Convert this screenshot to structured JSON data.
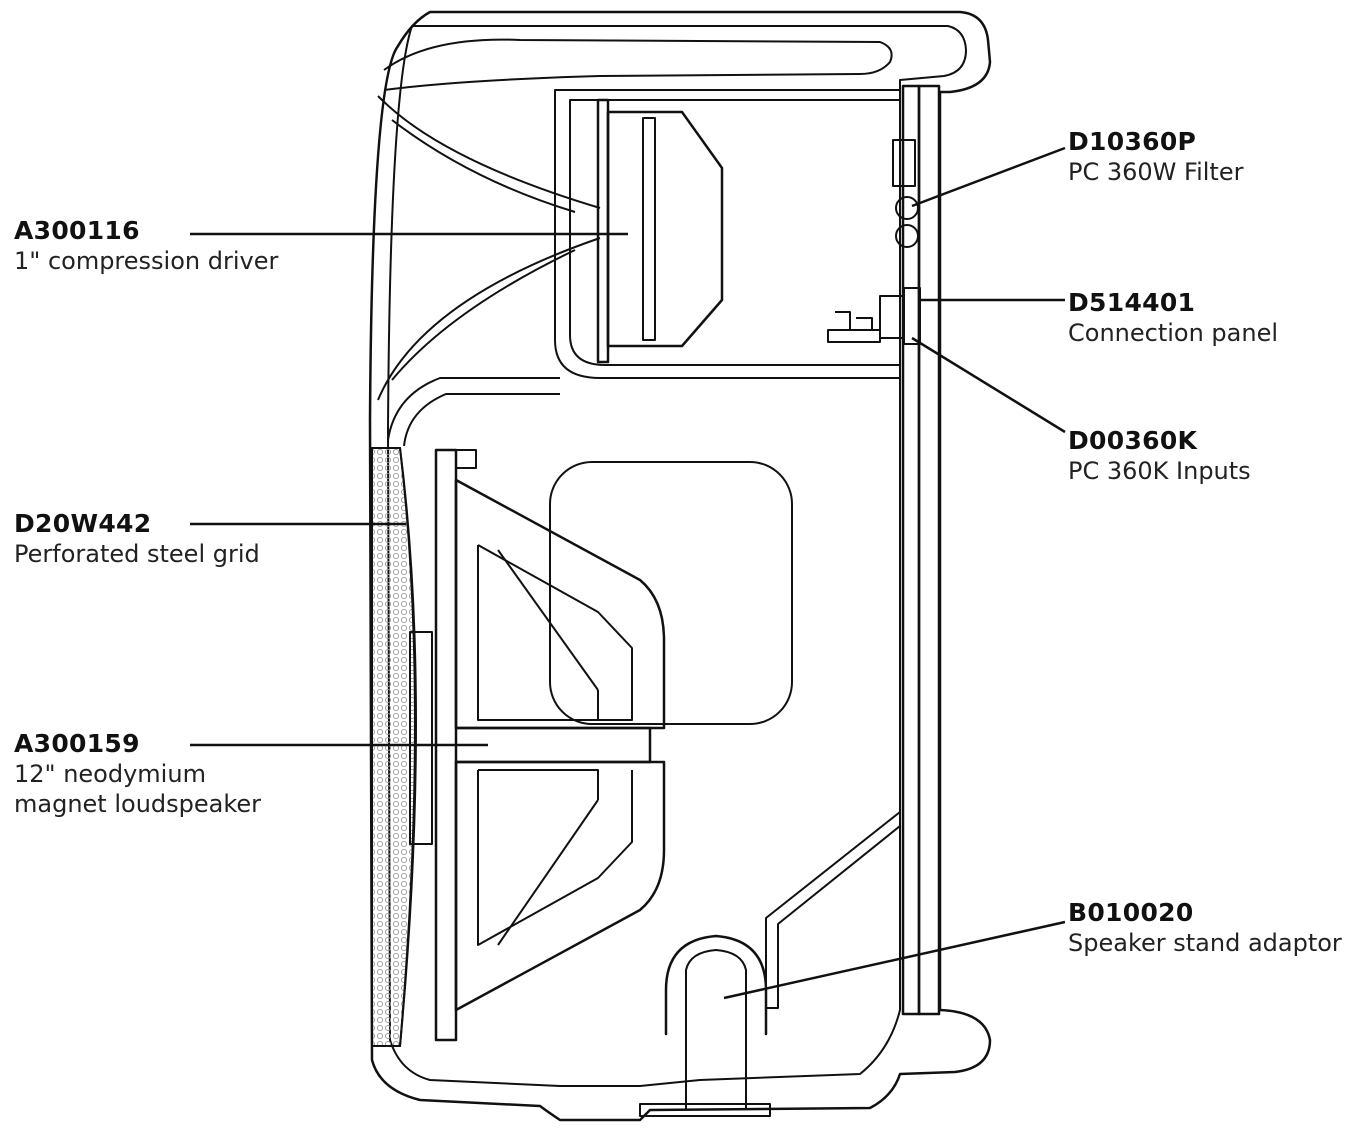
{
  "figure": {
    "parts": [
      {
        "code": "A300116",
        "desc_lines": [
          "1\" compression driver"
        ]
      },
      {
        "code": "D20W442",
        "desc_lines": [
          "Perforated steel grid"
        ]
      },
      {
        "code": "A300159",
        "desc_lines": [
          "12\" neodymium",
          "magnet loudspeaker"
        ]
      },
      {
        "code": "D10360P",
        "desc_lines": [
          "PC 360W Filter"
        ]
      },
      {
        "code": "D514401",
        "desc_lines": [
          "Connection panel"
        ]
      },
      {
        "code": "D00360K",
        "desc_lines": [
          "PC 360K Inputs"
        ]
      },
      {
        "code": "B010020",
        "desc_lines": [
          "Speaker stand adaptor"
        ]
      }
    ]
  }
}
